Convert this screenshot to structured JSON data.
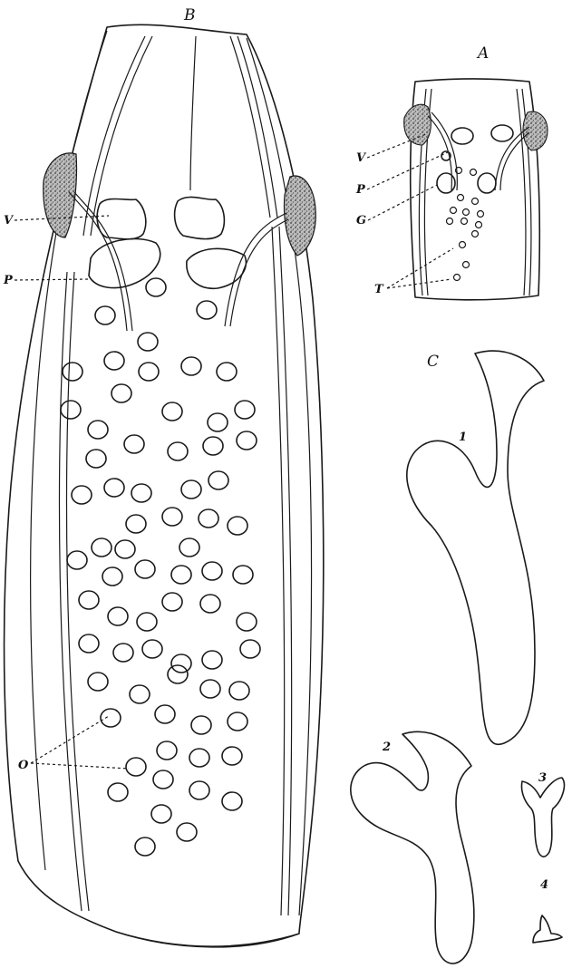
{
  "figure": {
    "panels": {
      "a": "A",
      "b": "B",
      "c": "C"
    },
    "labels": {
      "v": "V",
      "p": "P",
      "g": "G",
      "t": "T",
      "o": "O"
    },
    "hook_numbers": [
      "1",
      "2",
      "3",
      "4"
    ]
  }
}
